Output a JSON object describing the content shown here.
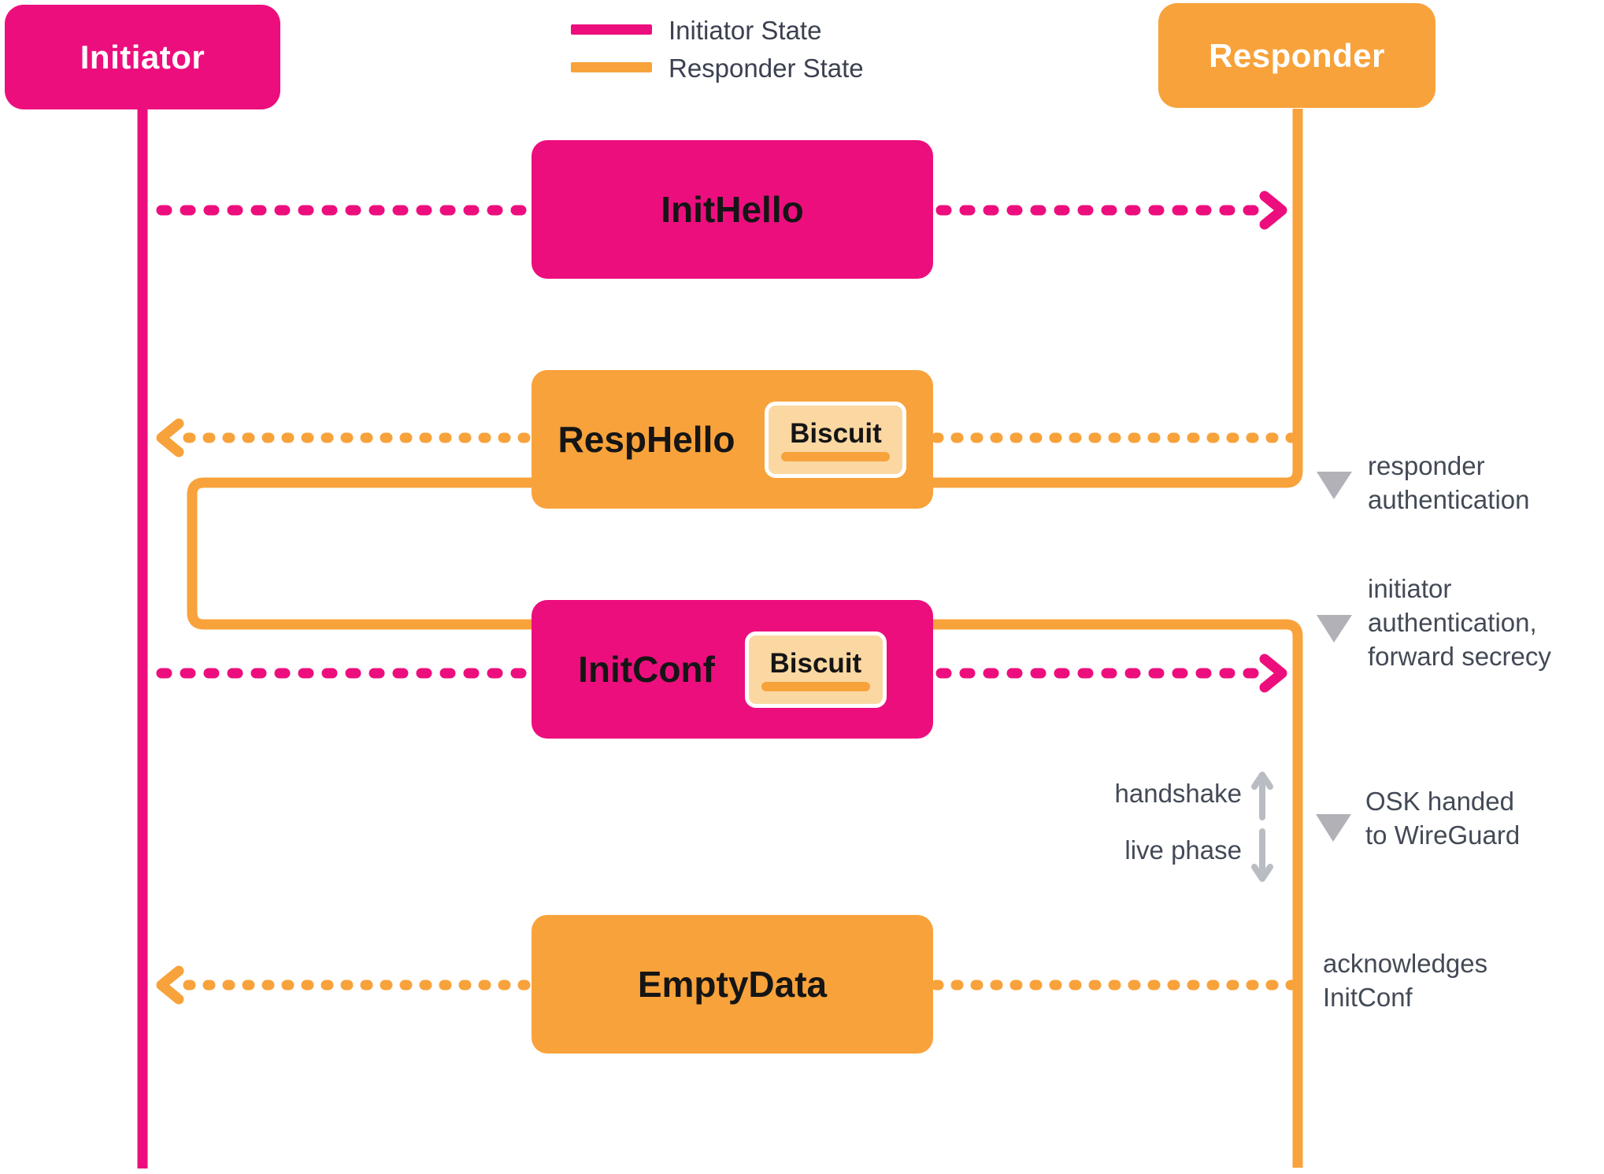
{
  "diagram": {
    "title_hint": "Rosenpass-style handshake sequence",
    "actors": [
      {
        "id": "initiator",
        "label": "Initiator",
        "color": "#ED0E7E"
      },
      {
        "id": "responder",
        "label": "Responder",
        "color": "#F8A23B"
      }
    ],
    "legend": [
      {
        "label": "Initiator State",
        "color": "#ED0E7E"
      },
      {
        "label": "Responder State",
        "color": "#F8A23B"
      }
    ],
    "messages": [
      {
        "label": "InitHello",
        "from": "initiator",
        "to": "responder",
        "color": "#ED0E7E",
        "biscuit": null
      },
      {
        "label": "RespHello",
        "from": "responder",
        "to": "initiator",
        "color": "#F8A23B",
        "biscuit": "Biscuit"
      },
      {
        "label": "InitConf",
        "from": "initiator",
        "to": "responder",
        "color": "#ED0E7E",
        "biscuit": "Biscuit"
      },
      {
        "label": "EmptyData",
        "from": "responder",
        "to": "initiator",
        "color": "#F8A23B",
        "biscuit": null
      }
    ],
    "annotations": {
      "responder_auth": {
        "line1": "responder",
        "line2": "authentication"
      },
      "initiator_auth": {
        "line1": "initiator",
        "line2": "authentication,",
        "line3": "forward secrecy"
      },
      "osk": {
        "line1": "OSK handed",
        "line2": "to WireGuard"
      },
      "ack": {
        "line1": "acknowledges",
        "line2": "InitConf"
      }
    },
    "phase": {
      "handshake": "handshake",
      "live": "live phase"
    },
    "colors": {
      "biscuit_fill": "#FBD8A2",
      "annotation_text": "#434A56",
      "marker_gray": "#B1B1B7",
      "phase_arrow_gray": "#B9BCC2"
    }
  }
}
